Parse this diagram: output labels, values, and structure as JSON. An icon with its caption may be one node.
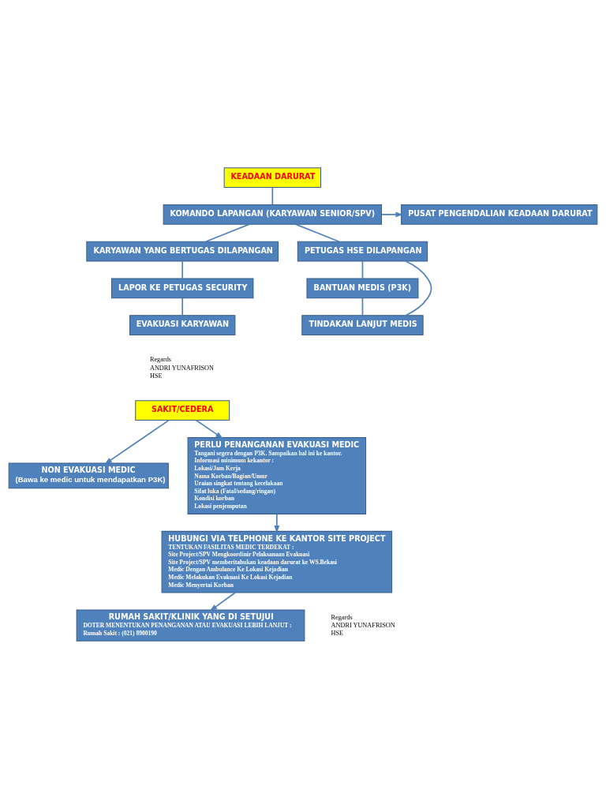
{
  "diagram": {
    "nodes": [
      {
        "text": [
          "KEADAAN DARURAT"
        ]
      },
      {
        "text": [
          "PUSAT PENGENDALIAN KEADAAN DARURAT"
        ]
      },
      {
        "text": [
          "KOMANDO LAPANGAN (KARYAWAN SENIOR/SPV)"
        ]
      },
      {
        "text": [
          "KARYAWAN YANG BERTUGAS DILAPANGAN"
        ]
      },
      {
        "text": [
          "PETUGAS HSE DILAPANGAN"
        ]
      },
      {
        "text": [
          "LAPOR KE PETUGAS SECURITY"
        ]
      },
      {
        "text": [
          "BANTUAN MEDIS (P3K)"
        ]
      },
      {
        "text": [
          "EVAKUASI KARYAWAN"
        ]
      },
      {
        "text": [
          "TINDAKAN LANJUT MEDIS"
        ]
      },
      {
        "text": [
          "SAKIT/CEDERA"
        ]
      },
      {
        "text": [
          "NON EVAKUASI MEDIC",
          "(Bawa ke medic untuk mendapatkan P3K)"
        ]
      },
      {
        "text": [
          "PERLU PENANGANAN EVAKUASI MEDIC",
          "Tangani segera dengan P3K. Sampaikan hal ini ke kantor.",
          "Informasi minimum kekantor :",
          "Lokasi/Jam Kerja",
          "Nama Korban/Bagian/Umur",
          "Uraian singkat tentang kecelakaan",
          "Sifat luka (Fatal/sedang/ringan)",
          "Kondisi korban",
          "Lokasi penjemputan"
        ]
      },
      {
        "text": [
          "HUBUNGI VIA TELPHONE KE KANTOR SITE PROJECT",
          "TENTUKAN FASILITAS MEDIC TERDEKAT :",
          "Site Project/SPV Mengkoordinir Pelaksanaan Evakuasi",
          "Site Project/SPV memberitahukan keadaan darurat ke WS.Bekasi",
          "Medic Dengan Ambulance Ke Lokasi Kejadian",
          "Medic Melakukan Evakuasi Ke Lokasi Kejadian",
          "Medic Menyertai Korban"
        ]
      },
      {
        "text": [
          "RUMAH SAKIT/KLINIK YANG DI SETUJUI",
          "DOTER MENENTUKAN PENANGANAN ATAU EVAKUASI LEBIH LANJUT :",
          "Rumah Sakit : (021) 8900190"
        ]
      }
    ],
    "edges": [
      {
        "from": 0,
        "to": 2,
        "arrow": "none"
      },
      {
        "from": 2,
        "to": 1,
        "arrow": "to"
      },
      {
        "from": 2,
        "to": 3,
        "arrow": "none"
      },
      {
        "from": 2,
        "to": 4,
        "arrow": "none"
      },
      {
        "from": 3,
        "to": 5,
        "arrow": "none"
      },
      {
        "from": 5,
        "to": 7,
        "arrow": "none"
      },
      {
        "from": 4,
        "to": 6,
        "arrow": "none"
      },
      {
        "from": 6,
        "to": 8,
        "arrow": "none"
      },
      {
        "from": 4,
        "to": 8,
        "arrow": "none"
      },
      {
        "from": 9,
        "to": 10,
        "arrow": "to"
      },
      {
        "from": 9,
        "to": 11,
        "arrow": "to"
      },
      {
        "from": 11,
        "to": 12,
        "arrow": "to"
      },
      {
        "from": 12,
        "to": 13,
        "arrow": "to"
      }
    ],
    "labels": [
      "Regards",
      "ANDRI YUNAFRISON",
      "HSE",
      "Regards",
      "ANDRI YUNAFRISON",
      "HSE"
    ]
  }
}
